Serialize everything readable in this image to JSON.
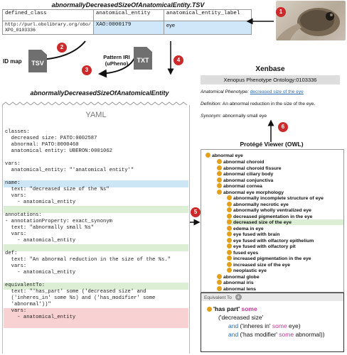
{
  "tsv": {
    "title": "abnormallyDecreasedSizeOfAnatomicalEntity.TSV",
    "headers": [
      "defined_class",
      "anatomical_entity",
      "anatomical_entity_label"
    ],
    "row": [
      "http://purl.obolibrary.org/obo/ XPO_0103336",
      "XAO:0000179",
      "eye"
    ]
  },
  "badges": [
    "1",
    "2",
    "3",
    "4",
    "5",
    "6"
  ],
  "id_map": "ID map",
  "tsv_icon": "TSV",
  "txt_icon": "TXT",
  "pattern_iri": "Pattern IRI (uPheno)",
  "pattern_title": "abnormallyDecreasedSizeOfAnatomicalEntity",
  "yaml": {
    "label": "YAML",
    "lines": [
      "classes:",
      "  decreased size: PATO:0002587",
      "  abnormal: PATO:0000460",
      "  anatomical entity: UBERON:0001062",
      "",
      "vars:",
      "  anatomical_entity: \"'anatomical entity'\"",
      "",
      "name:",
      "  text: \"decreased size of the %s\"",
      "  vars:",
      "    - anatomical_entity",
      "",
      "annotations:",
      "- annotationProperty: exact_synonym",
      "  text: \"abnormally small %s\"",
      "  vars:",
      "    - anatomical_entity",
      "",
      "def:",
      "  text: \"An abnormal reduction in the size of the %s.\"",
      "  vars:",
      "    - anatomical_entity",
      "",
      "equivalentTo:",
      "  text: \"'has_part' some ('decreased size' and",
      "  ('inheres_in' some %s) and ('has_modifier' some",
      "  'abnormal'))\"",
      "  vars:",
      "    - anatomical_entity"
    ]
  },
  "xenbase": {
    "title": "Xenbase",
    "ontology": "Xenopus Phenotype Ontology:0103336",
    "fields": [
      {
        "label": "Anatomical Phenotype:",
        "value": "decreased size of the eye"
      },
      {
        "label": "Definition:",
        "value": "An abnormal reduction in the size of the eye."
      },
      {
        "label": "Synonym:",
        "value": "abnormally small eye"
      }
    ]
  },
  "protege": {
    "title": "Protégé Viewer (OWL)",
    "root": "abnormal eye",
    "items": [
      "abnormal choroid",
      "abnormal choroid fissure",
      "abnormal ciliary body",
      "abnormal conjunctiva",
      "abnormal cornea",
      "abnormal eye morphology",
      "abnormally incomplete structure of eye",
      "abnormally necrotic eye",
      "abnormally wholly ventralized eye",
      "decreased pigmentation in the eye",
      "decreased size of the eye",
      "edema in eye",
      "eye fused with brain",
      "eye fused with olfactory epithelium",
      "eye fused with olfactory pit",
      "fused eyes",
      "increased pigmentation in the eye",
      "increased size of the eye",
      "neoplastic eye",
      "abnormal globe",
      "abnormal iris",
      "abnormal lens"
    ]
  },
  "equivalent": {
    "header": "Equivalent To",
    "line1_a": "'has part'",
    "line1_b": " some",
    "line2": "('decreased size'",
    "line3_and": "and",
    "line3_rel": " ('inheres in'",
    "line3_some": " some",
    "line3_obj": " eye)",
    "line4_and": "and",
    "line4_rel": " ('has modifier'",
    "line4_some": " some",
    "line4_obj": " abnormal))"
  }
}
